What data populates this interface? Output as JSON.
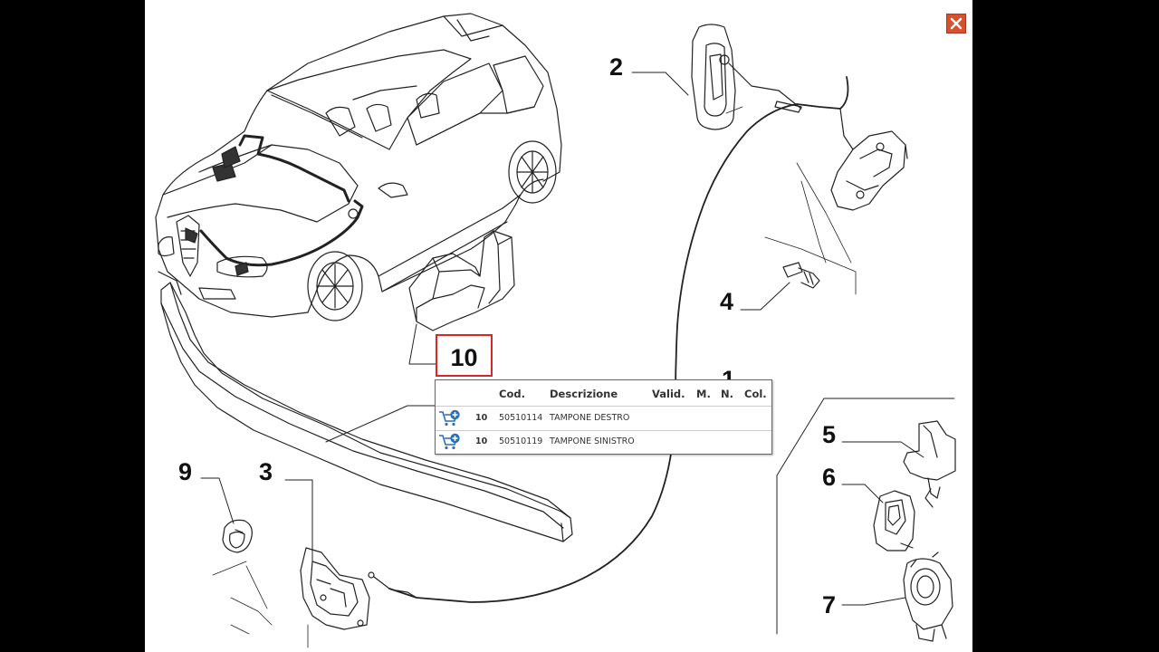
{
  "callouts": {
    "c1": "1",
    "c2": "2",
    "c3": "3",
    "c4": "4",
    "c5": "5",
    "c6": "6",
    "c7": "7",
    "c9": "9",
    "c10": "10"
  },
  "parts_table": {
    "headers": [
      "Cod.",
      "Descrizione",
      "Valid.",
      "M.",
      "N.",
      "Col."
    ],
    "rows": [
      {
        "ref": "10",
        "code": "50510114",
        "description": "TAMPONE DESTRO"
      },
      {
        "ref": "10",
        "code": "50510119",
        "description": "TAMPONE SINISTRO"
      }
    ]
  },
  "icons": {
    "close": "close-icon",
    "add_to_cart": "cart-add-icon"
  },
  "colors": {
    "highlight": "#d9252c",
    "close_button": "#d9502f",
    "cart_icon": "#2a6ebb"
  }
}
